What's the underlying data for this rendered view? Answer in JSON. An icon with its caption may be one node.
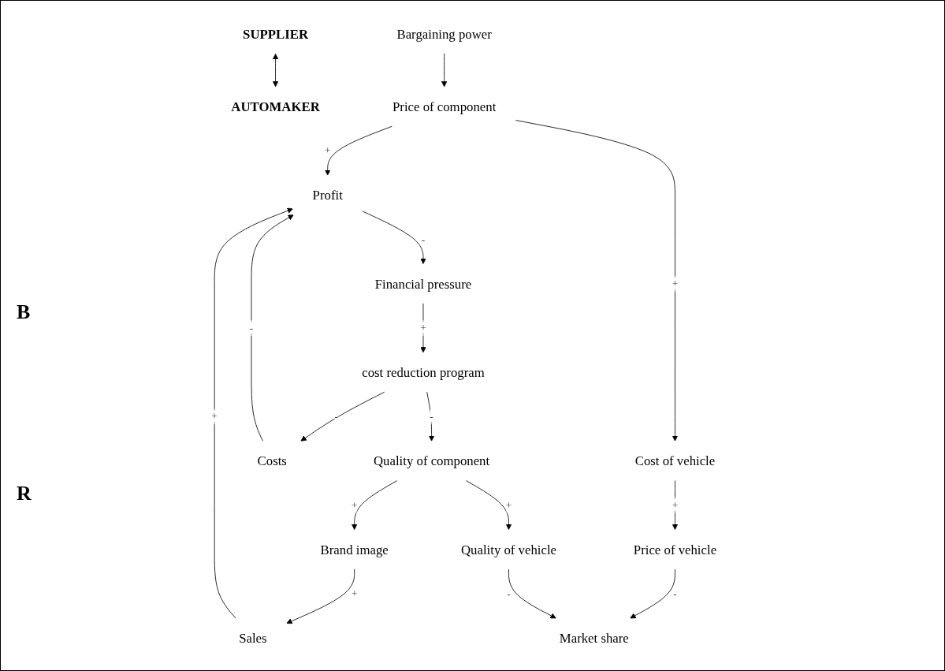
{
  "diagram": {
    "nodes": [
      {
        "text": [
          "SUPPLIER"
        ]
      },
      {
        "text": [
          "AUTOMAKER"
        ]
      },
      {
        "text": [
          "Bargaining power"
        ]
      },
      {
        "text": [
          "Profit"
        ]
      },
      {
        "text": [
          "Price of component"
        ]
      },
      {
        "text": [
          "Cost of vehicle"
        ]
      },
      {
        "text": [
          "Financial pressure"
        ]
      },
      {
        "text": [
          "Price of vehicle"
        ]
      },
      {
        "text": [
          "Costs"
        ]
      },
      {
        "text": [
          "Sales"
        ]
      },
      {
        "text": [
          "cost reduction program"
        ]
      },
      {
        "text": [
          "Market share"
        ]
      },
      {
        "text": [
          "Brand image"
        ]
      },
      {
        "text": [
          "Quality of component"
        ]
      },
      {
        "text": [
          "Quality of vehicle"
        ]
      }
    ],
    "edges": [
      {
        "from": 0,
        "to": 1,
        "arrow": "both"
      },
      {
        "from": 2,
        "to": 4,
        "arrow": "to"
      },
      {
        "from": 4,
        "to": 3,
        "arrow": "to",
        "label": "+"
      },
      {
        "from": 4,
        "to": 5,
        "arrow": "to",
        "label": "+"
      },
      {
        "from": 3,
        "to": 6,
        "arrow": "to",
        "label": "-"
      },
      {
        "from": 6,
        "to": 10,
        "arrow": "to",
        "label": "+"
      },
      {
        "from": 10,
        "to": 8,
        "arrow": "to",
        "label": "-"
      },
      {
        "from": 8,
        "to": 3,
        "arrow": "to",
        "label": "-"
      },
      {
        "from": 9,
        "to": 3,
        "arrow": "to",
        "label": "+"
      },
      {
        "from": 5,
        "to": 7,
        "arrow": "to",
        "label": "+"
      },
      {
        "from": 7,
        "to": 11,
        "arrow": "to",
        "label": "-"
      },
      {
        "from": 10,
        "to": 13,
        "arrow": "to",
        "label": "-"
      },
      {
        "from": 13,
        "to": 12,
        "arrow": "to",
        "label": "+"
      },
      {
        "from": 12,
        "to": 9,
        "arrow": "to",
        "label": "+"
      },
      {
        "from": 14,
        "to": 11,
        "arrow": "to",
        "label": "-"
      },
      {
        "from": 13,
        "to": 14,
        "arrow": "to",
        "label": "+"
      }
    ],
    "labels": [
      "B",
      "R"
    ]
  }
}
